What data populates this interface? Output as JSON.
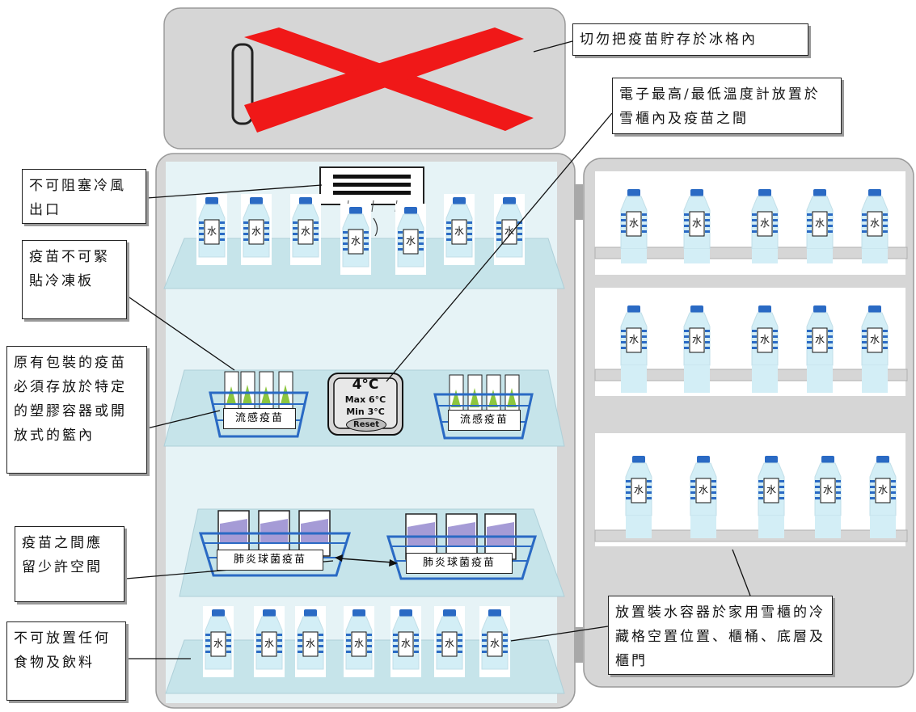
{
  "callouts": {
    "freezer_warning": "切勿把疫苗貯存於冰格內",
    "thermometer_placement": "電子最高/最低溫度計放置於雪櫃內及疫苗之間",
    "air_outlet": "不可阻塞冷風出口",
    "cold_plate": "疫苗不可緊貼冷凍板",
    "packaging": "原有包裝的疫苗必須存放於特定的塑膠容器或開放式的籃內",
    "spacing": "疫苗之間應留少許空間",
    "no_food": "不可放置任何食物及飲料",
    "water_containers": "放置裝水容器於家用雪櫃的冷藏格空置位置、櫃桶、底層及櫃門"
  },
  "baskets": {
    "flu_left": "流感疫苗",
    "flu_right": "流感疫苗",
    "pneumo_left": "肺炎球菌疫苗",
    "pneumo_right": "肺炎球菌疫苗"
  },
  "bottle_label": "水",
  "thermometer": {
    "current": "4°C",
    "max": "Max 6°C",
    "min": "Min 3°C",
    "reset": "Reset"
  },
  "colors": {
    "shelf": "#c6e4ea",
    "interior": "#e6f3f6",
    "cabinet": "#d6d6d6",
    "basket": "#2a6ac4",
    "bottle_cap": "#2a6ac4",
    "bottle_body": "#d3eef6",
    "cross": "#f01818",
    "flu_vaccine": "#8cc63f",
    "pneumo_vaccine": "#a59bd6"
  }
}
